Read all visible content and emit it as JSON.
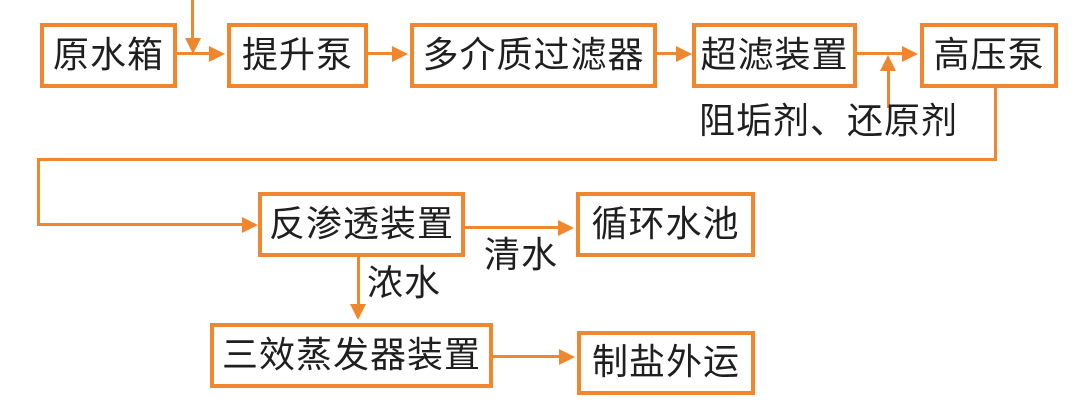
{
  "diagram": {
    "type": "process-flowchart",
    "language": "zh-CN",
    "colors": {
      "line": "#F0862D",
      "text": "#1F1F1F",
      "box_background": "#FFFFFF",
      "page_background": "#FFFFFF"
    },
    "nodes": [
      {
        "id": "raw-water-tank",
        "label": "原水箱"
      },
      {
        "id": "lift-pump",
        "label": "提升泵"
      },
      {
        "id": "multimedia-filter",
        "label": "多介质过滤器"
      },
      {
        "id": "ultrafiltration-unit",
        "label": "超滤装置"
      },
      {
        "id": "high-pressure-pump",
        "label": "高压泵"
      },
      {
        "id": "reverse-osmosis-unit",
        "label": "反渗透装置"
      },
      {
        "id": "circulating-water-pool",
        "label": "循环水池"
      },
      {
        "id": "triple-effect-evaporator",
        "label": "三效蒸发器装置"
      },
      {
        "id": "salt-shipment",
        "label": "制盐外运"
      }
    ],
    "edge_labels": [
      {
        "id": "dosing-agents",
        "label": "阻垢剂、还原剂"
      },
      {
        "id": "clear-water",
        "label": "清水"
      },
      {
        "id": "concentrated-water",
        "label": "浓水"
      }
    ],
    "edges": [
      {
        "from": "inlet-top",
        "to": "lift-pump-feed-line",
        "note": "vertical feed arrow from top"
      },
      {
        "from": "raw-water-tank",
        "to": "lift-pump"
      },
      {
        "from": "lift-pump",
        "to": "multimedia-filter"
      },
      {
        "from": "multimedia-filter",
        "to": "ultrafiltration-unit"
      },
      {
        "from": "ultrafiltration-unit",
        "to": "high-pressure-pump"
      },
      {
        "from": "dosing-agents",
        "to": "high-pressure-pump-feed-line"
      },
      {
        "from": "high-pressure-pump",
        "to": "reverse-osmosis-unit"
      },
      {
        "from": "reverse-osmosis-unit",
        "to": "circulating-water-pool",
        "label": "清水"
      },
      {
        "from": "reverse-osmosis-unit",
        "to": "triple-effect-evaporator",
        "label": "浓水"
      },
      {
        "from": "triple-effect-evaporator",
        "to": "salt-shipment"
      }
    ]
  }
}
